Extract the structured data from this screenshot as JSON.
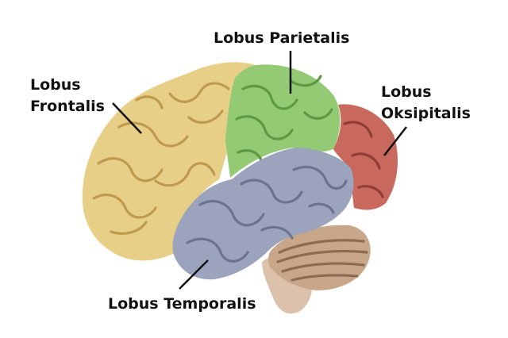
{
  "labels": {
    "frontal": {
      "line1": "Lobus",
      "line2": "Frontalis"
    },
    "parietal": "Lobus Parietalis",
    "occipital": {
      "line1": "Lobus",
      "line2": "Oksipitalis"
    },
    "temporal": "Lobus Temporalis"
  },
  "colors": {
    "background": "#ffffff",
    "frontal": "#e8cf87",
    "frontal_fold": "#bf9a4e",
    "parietal": "#93ca73",
    "parietal_fold": "#5e9a45",
    "occipital": "#c9685c",
    "occipital_fold": "#8f3e35",
    "temporal": "#9ba3bd",
    "temporal_fold": "#6b7390",
    "cerebellum": "#c7a68a",
    "cerebellum_fold": "#8d6a50",
    "brainstem": "#dcc1aa",
    "label_text": "#111111",
    "leader_line": "#111111"
  }
}
